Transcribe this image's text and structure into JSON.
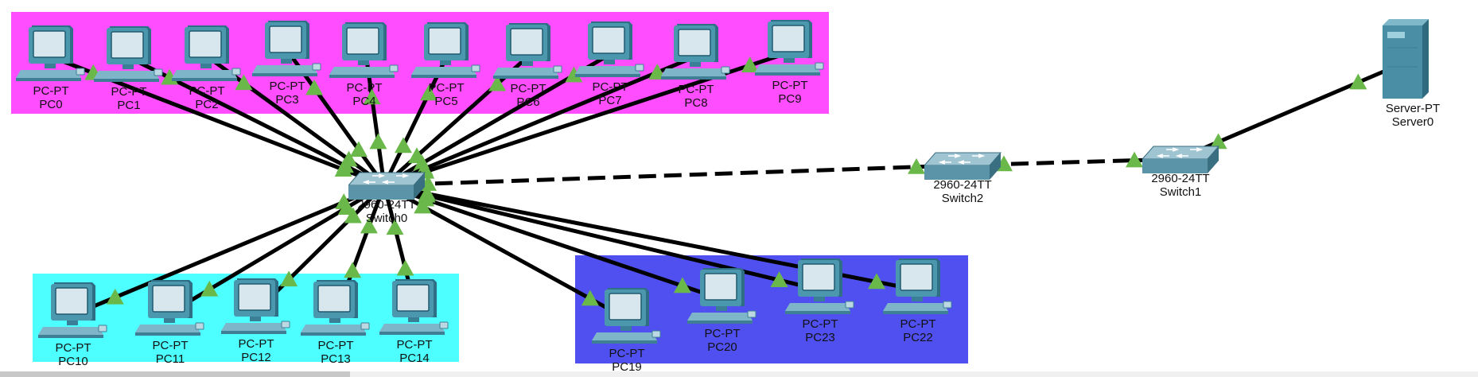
{
  "colors": {
    "magenta_area": "#ff4dff",
    "cyan_area": "#4dffff",
    "blue_area": "#5050f0",
    "link": "#000000",
    "link_led": "#6ab84a"
  },
  "devices": {
    "pc0": {
      "type": "PC-PT",
      "name": "PC0"
    },
    "pc1": {
      "type": "PC-PT",
      "name": "PC1"
    },
    "pc2": {
      "type": "PC-PT",
      "name": "PC2"
    },
    "pc3": {
      "type": "PC-PT",
      "name": "PC3"
    },
    "pc4": {
      "type": "PC-PT",
      "name": "PC4"
    },
    "pc5": {
      "type": "PC-PT",
      "name": "PC5"
    },
    "pc6": {
      "type": "PC-PT",
      "name": "PC6"
    },
    "pc7": {
      "type": "PC-PT",
      "name": "PC7"
    },
    "pc8": {
      "type": "PC-PT",
      "name": "PC8"
    },
    "pc9": {
      "type": "PC-PT",
      "name": "PC9"
    },
    "pc10": {
      "type": "PC-PT",
      "name": "PC10"
    },
    "pc11": {
      "type": "PC-PT",
      "name": "PC11"
    },
    "pc12": {
      "type": "PC-PT",
      "name": "PC12"
    },
    "pc13": {
      "type": "PC-PT",
      "name": "PC13"
    },
    "pc14": {
      "type": "PC-PT",
      "name": "PC14"
    },
    "pc19": {
      "type": "PC-PT",
      "name": "PC19"
    },
    "pc20": {
      "type": "PC-PT",
      "name": "PC20"
    },
    "pc23": {
      "type": "PC-PT",
      "name": "PC23"
    },
    "pc22": {
      "type": "PC-PT",
      "name": "PC22"
    },
    "switch0": {
      "type": "2960-24TT",
      "name": "Switch0"
    },
    "switch1": {
      "type": "2960-24TT",
      "name": "Switch1"
    },
    "switch2": {
      "type": "2960-24TT",
      "name": "Switch2"
    },
    "server0": {
      "type": "Server-PT",
      "name": "Server0"
    }
  },
  "links": [
    {
      "from": "switch0",
      "to": "pc0",
      "cable": "straight"
    },
    {
      "from": "switch0",
      "to": "pc1",
      "cable": "straight"
    },
    {
      "from": "switch0",
      "to": "pc2",
      "cable": "straight"
    },
    {
      "from": "switch0",
      "to": "pc3",
      "cable": "straight"
    },
    {
      "from": "switch0",
      "to": "pc4",
      "cable": "straight"
    },
    {
      "from": "switch0",
      "to": "pc5",
      "cable": "straight"
    },
    {
      "from": "switch0",
      "to": "pc6",
      "cable": "straight"
    },
    {
      "from": "switch0",
      "to": "pc7",
      "cable": "straight"
    },
    {
      "from": "switch0",
      "to": "pc8",
      "cable": "straight"
    },
    {
      "from": "switch0",
      "to": "pc9",
      "cable": "straight"
    },
    {
      "from": "switch0",
      "to": "pc10",
      "cable": "straight"
    },
    {
      "from": "switch0",
      "to": "pc11",
      "cable": "straight"
    },
    {
      "from": "switch0",
      "to": "pc12",
      "cable": "straight"
    },
    {
      "from": "switch0",
      "to": "pc13",
      "cable": "straight"
    },
    {
      "from": "switch0",
      "to": "pc14",
      "cable": "straight"
    },
    {
      "from": "switch0",
      "to": "pc19",
      "cable": "straight"
    },
    {
      "from": "switch0",
      "to": "pc20",
      "cable": "straight"
    },
    {
      "from": "switch0",
      "to": "pc23",
      "cable": "straight"
    },
    {
      "from": "switch0",
      "to": "pc22",
      "cable": "straight"
    },
    {
      "from": "switch0",
      "to": "switch2",
      "cable": "crossover"
    },
    {
      "from": "switch2",
      "to": "switch1",
      "cable": "crossover"
    },
    {
      "from": "switch1",
      "to": "server0",
      "cable": "straight"
    }
  ]
}
